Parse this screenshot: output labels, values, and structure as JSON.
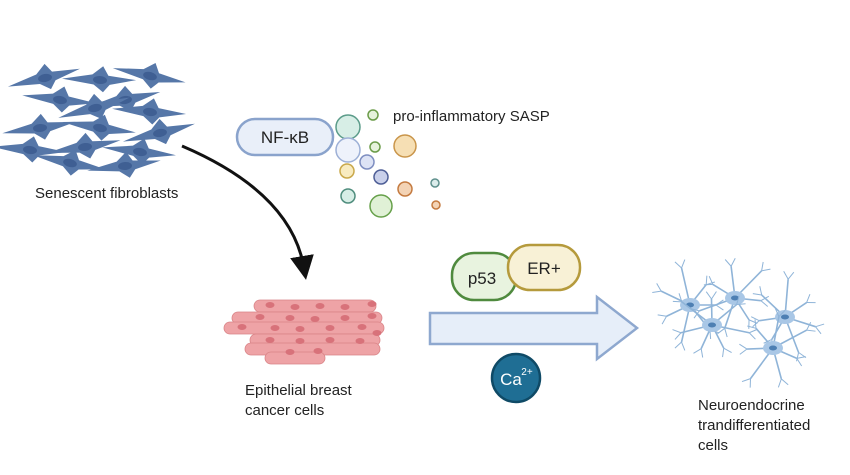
{
  "labels": {
    "fibroblasts": "Senescent fibroblasts",
    "nfkb": "NF-κB",
    "sasp": "pro-inflammatory SASP",
    "epithelial_line1": "Epithelial breast",
    "epithelial_line2": "cancer cells",
    "p53": "p53",
    "er": "ER+",
    "ca": "Ca",
    "ca_charge": "2+",
    "neuro_line1": "Neuroendocrine",
    "neuro_line2": "trandifferentiated",
    "neuro_line3": "cells"
  },
  "colors": {
    "fibroblast": "#5677a8",
    "epithelial": "#eea3a6",
    "neuro": "#8fb4d8",
    "arrow_fill": "#e6eef9",
    "arrow_stroke": "#8ea8cf",
    "p53_fill": "#e8f3df",
    "p53_stroke": "#4f8a3e",
    "er_fill": "#f8f1d6",
    "er_stroke": "#b59a3c",
    "ca_fill": "#1f6e94"
  },
  "icons": [
    "fibroblast-cells-icon",
    "epithelial-cells-icon",
    "neuroendocrine-cells-icon",
    "sasp-particles-icon"
  ]
}
